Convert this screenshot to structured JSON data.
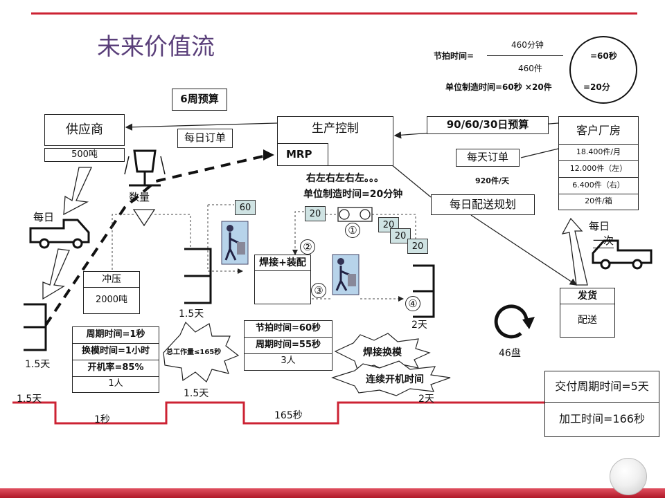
{
  "title": "未来价值流",
  "takt": {
    "label": "节拍时间=",
    "numerator": "460分钟",
    "denominator": "460件",
    "result": "=60秒",
    "unit_line": "单位制造时间=60秒 ×20件",
    "unit_result": "=20分"
  },
  "budget_6week": "6周预算",
  "supplier": {
    "name": "供应商",
    "qty": "500吨"
  },
  "production_control": {
    "title": "生产控制",
    "mrp": "MRP"
  },
  "daily_order_left": "每日订单",
  "budget_90": "90/60/30日预算",
  "customer": {
    "title": "客户厂房",
    "rows": [
      "18.400件/月",
      "12.000件（左）",
      "6.400件（右）",
      "20件/箱"
    ]
  },
  "daily_order_right": "每天订单",
  "per_day": "920件/天",
  "daily_plan": "每日配送规划",
  "quantity": "数量",
  "sequence": "右左右左右左。。。",
  "unit_time_20": "单位制造时间=20分钟",
  "daily_left": "每日",
  "daily_right": "每日\n一次",
  "kanbans": [
    "60",
    "20",
    "20",
    "20",
    "20"
  ],
  "circles": [
    "①",
    "②",
    "③",
    "④"
  ],
  "stamping": {
    "name": "冲压",
    "value": "2000吨"
  },
  "weld": {
    "name": "焊接+装配"
  },
  "shipping": {
    "name": "发货",
    "value": "配送"
  },
  "inv_days": {
    "a": "1.5天",
    "b": "1.5天",
    "c": "2天",
    "d": "1.5天"
  },
  "stamp_data": [
    "周期时间=1秒",
    "换模时间=1小时",
    "开机率=85%",
    "1人"
  ],
  "weld_data": [
    "节拍时间=60秒",
    "周期时间=55秒",
    "3人"
  ],
  "kaizen": {
    "total": "总工作量≤165秒",
    "changeover": "焊接换模",
    "uptime": "连续开机时间"
  },
  "cycles": "46盘",
  "timeline": {
    "t1": "1.5天",
    "t2": "1秒",
    "t3": "1.5天",
    "t4": "165秒",
    "t5": "2天"
  },
  "summary": {
    "lead": "交付周期时间=5天",
    "process": "加工时间=166秒"
  },
  "colors": {
    "accent": "#cc2233",
    "title": "#5a3f7a",
    "kanban": "#cfe3e3"
  }
}
